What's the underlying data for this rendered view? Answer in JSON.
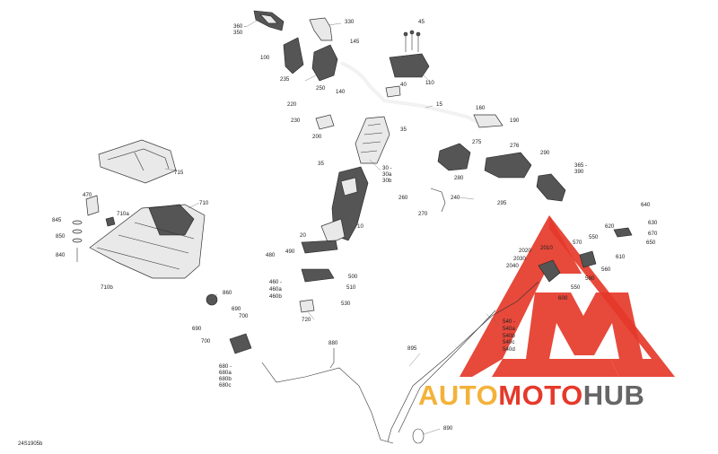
{
  "diagram": {
    "code": "24S1905b",
    "callouts": [
      "360 -",
      "350",
      "330",
      "45",
      "145",
      "100",
      "235",
      "250",
      "140",
      "110",
      "15",
      "40",
      "220",
      "230",
      "35",
      "200",
      "35",
      "160",
      "190",
      "275",
      "276",
      "280",
      "290",
      "365 -",
      "390",
      "30 -",
      "30a",
      "30b",
      "260",
      "240",
      "270",
      "295",
      "715",
      "470",
      "710",
      "710a",
      "845",
      "850",
      "840",
      "710b",
      "20",
      "10",
      "640",
      "620",
      "630",
      "670",
      "650",
      "490",
      "480",
      "500",
      "460 -",
      "460a",
      "460b",
      "510",
      "530",
      "720",
      "860",
      "690",
      "700",
      "690",
      "700",
      "2020",
      "2030",
      "2040",
      "2010",
      "570",
      "560",
      "610",
      "600",
      "550",
      "580",
      "550",
      "680 -",
      "680a",
      "680b",
      "680c",
      "880",
      "895",
      "540 -",
      "540a",
      "540b",
      "540c",
      "540d",
      "890"
    ]
  },
  "logo": {
    "part_a": "AUTO",
    "part_b": "MOTO",
    "part_c": "HUB",
    "colors": {
      "auto": "#f4b23a",
      "moto": "#e5392a",
      "hub": "#666666"
    }
  }
}
